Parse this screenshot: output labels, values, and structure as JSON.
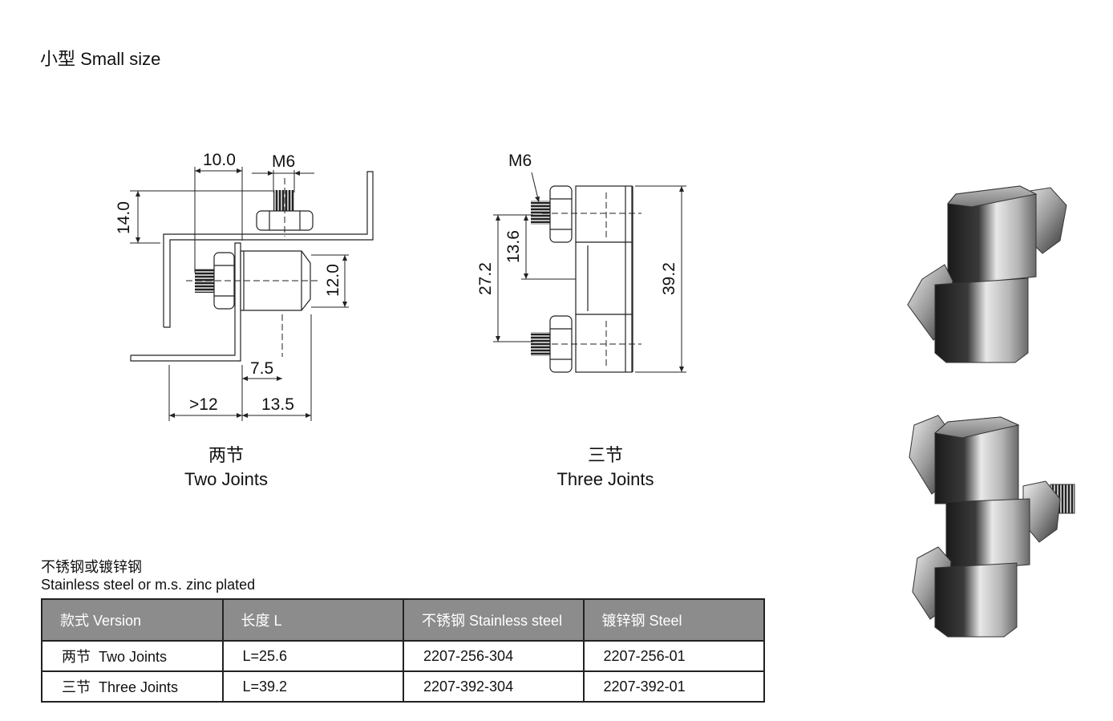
{
  "title": "小型 Small size",
  "drawing_two": {
    "dim_10": "10.0",
    "dim_m6": "M6",
    "dim_14": "14.0",
    "dim_12": "12.0",
    "dim_7_5": "7.5",
    "dim_gt12": ">12",
    "dim_13_5": "13.5",
    "caption_cn": "两节",
    "caption_en": "Two Joints"
  },
  "drawing_three": {
    "dim_m6": "M6",
    "dim_27_2": "27.2",
    "dim_13_6": "13.6",
    "dim_39_2": "39.2",
    "caption_cn": "三节",
    "caption_en": "Three Joints"
  },
  "material": {
    "cn": "不锈钢或镀锌钢",
    "en": "Stainless steel or m.s. zinc plated"
  },
  "table": {
    "headers": [
      "款式 Version",
      "长度 L",
      "不锈钢 Stainless steel",
      "镀锌钢 Steel"
    ],
    "rows": [
      {
        "version_cn": "两节",
        "version_en": "Two Joints",
        "length": "L=25.6",
        "stainless": "2207-256-304",
        "steel": "2207-256-01"
      },
      {
        "version_cn": "三节",
        "version_en": "Three Joints",
        "length": "L=39.2",
        "stainless": "2207-392-304",
        "steel": "2207-392-01"
      }
    ]
  }
}
